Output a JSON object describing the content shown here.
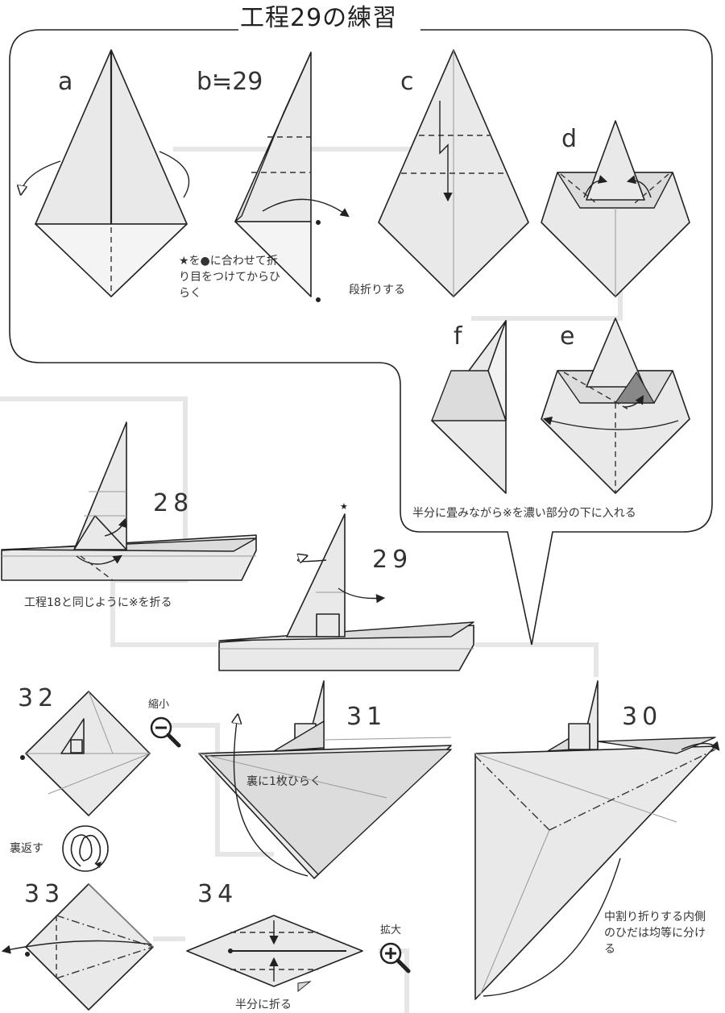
{
  "title": "工程29の練習",
  "steps": {
    "a": "a",
    "b": "b≒29",
    "c": "c",
    "d": "d",
    "e": "e",
    "f": "f",
    "s28": "28",
    "s29": "29",
    "s30": "30",
    "s31": "31",
    "s32": "32",
    "s33": "33",
    "s34": "34"
  },
  "notes": {
    "b_note": "★を●に合わせて折り目をつけてからひらく",
    "c_note": "段折りする",
    "e_note": "半分に畳みながら※を濃い部分の下に入れる",
    "s28_note": "工程18と同じように※を折る",
    "s31_note": "裏に1枚ひらく",
    "s30_note": "中割り折りする内側のひだは均等に分ける",
    "s32_zoom": "縮小",
    "s32_flip": "裏返す",
    "s34_note": "半分に折る",
    "s34_zoom": "拡大"
  },
  "symbols": {
    "star": "★",
    "dot": "●",
    "ref": "※"
  },
  "icons": {
    "zoom_out": "magnifier-minus-icon",
    "zoom_in": "magnifier-plus-icon",
    "flip": "turn-over-loop-icon"
  },
  "colors": {
    "paper": "#e9e9e9",
    "line": "#222222",
    "connector": "#e6e6e6"
  }
}
